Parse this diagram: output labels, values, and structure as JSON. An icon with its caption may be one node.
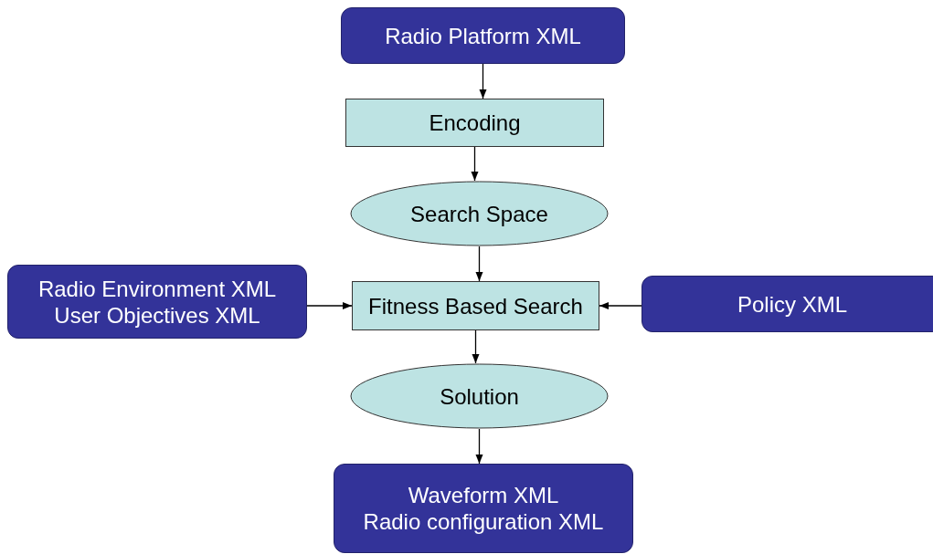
{
  "diagram": {
    "nodes": [
      {
        "text": [
          "Radio Platform XML"
        ]
      },
      {
        "text": [
          "Encoding"
        ]
      },
      {
        "text": [
          "Search Space"
        ]
      },
      {
        "text": [
          "Radio Environment XML",
          "User Objectives XML"
        ]
      },
      {
        "text": [
          "Fitness Based Search"
        ]
      },
      {
        "text": [
          "Policy XML"
        ]
      },
      {
        "text": [
          "Solution"
        ]
      },
      {
        "text": [
          "Waveform XML",
          "Radio configuration XML"
        ]
      }
    ],
    "edges": [
      {
        "from": 0,
        "to": 1,
        "arrow": "to"
      },
      {
        "from": 1,
        "to": 2,
        "arrow": "to"
      },
      {
        "from": 2,
        "to": 4,
        "arrow": "to"
      },
      {
        "from": 3,
        "to": 4,
        "arrow": "to"
      },
      {
        "from": 5,
        "to": 4,
        "arrow": "to"
      },
      {
        "from": 4,
        "to": 6,
        "arrow": "to"
      },
      {
        "from": 6,
        "to": 7,
        "arrow": "to"
      }
    ]
  }
}
